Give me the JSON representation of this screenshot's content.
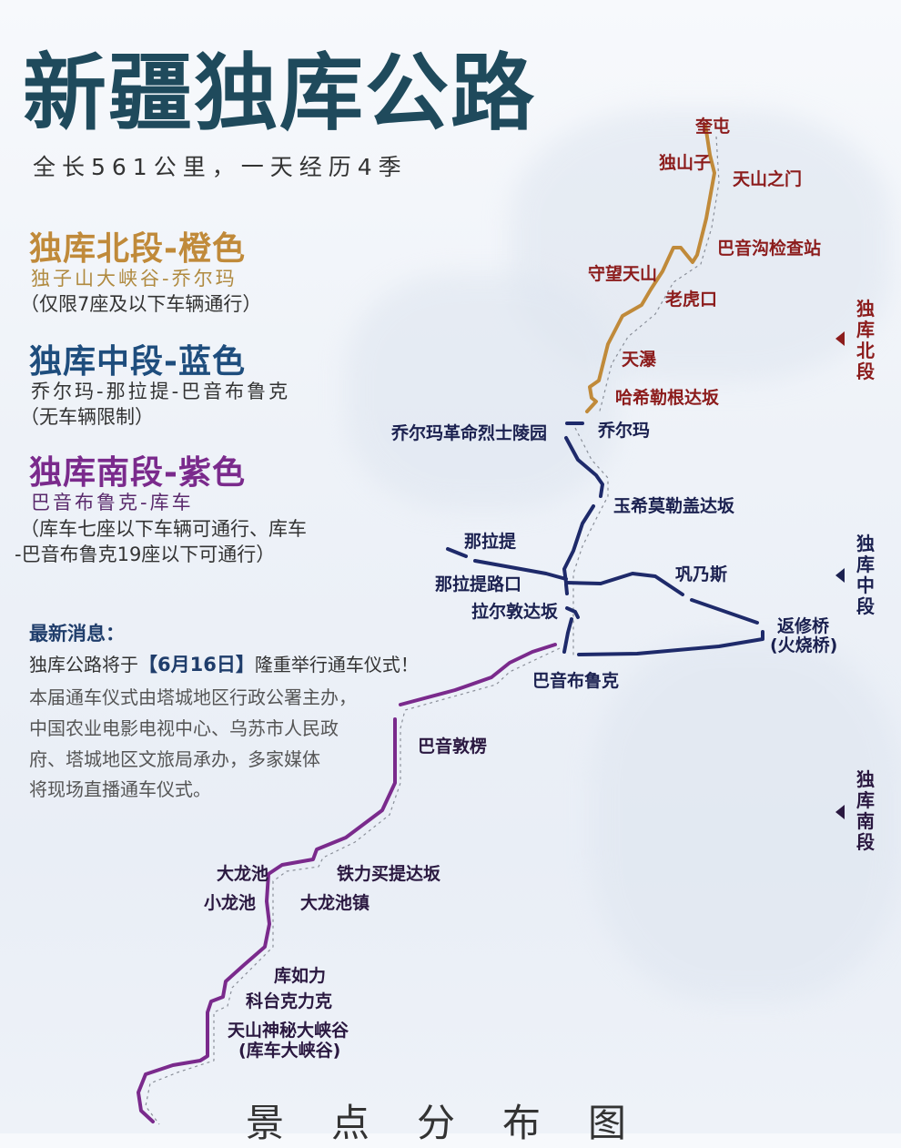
{
  "title": "新疆独库公路",
  "subtitle": "全长561公里，一天经历4季",
  "colors": {
    "title": "#1f4a5c",
    "north": "#c08a3a",
    "middle": "#1e4d7d",
    "south": "#7a2a8c",
    "north_label": "#8c1c1c",
    "middle_label": "#1b2150",
    "south_label": "#2a1840"
  },
  "sections": [
    {
      "heading": "独库北段-橙色",
      "route": "独子山大峡谷-乔尔玛",
      "note": "（仅限7座及以下车辆通行）"
    },
    {
      "heading": "独库中段-蓝色",
      "route": "乔尔玛-那拉提-巴音布鲁克",
      "note": "（无车辆限制）"
    },
    {
      "heading": "独库南段-紫色",
      "route": "巴音布鲁克-库车",
      "note": "（库车七座以下车辆可通行、库车",
      "note2": "-巴音布鲁克19座以下可通行）"
    }
  ],
  "news": {
    "heading": "最新消息：",
    "line1_pre": "独库公路将于",
    "line1_date": "【6月16日】",
    "line1_post": "隆重举行通车仪式！",
    "lines": [
      "本届通车仪式由塔城地区行政公署主办，",
      "中国农业电影电视中心、乌苏市人民政",
      "府、塔城地区文旅局承办，多家媒体",
      "将现场直播通车仪式。"
    ]
  },
  "map": {
    "north_labels": [
      "奎屯",
      "独山子",
      "天山之门",
      "巴音沟检查站",
      "守望天山",
      "老虎口",
      "天瀑",
      "哈希勒根达坂"
    ],
    "middle_labels": [
      "乔尔玛革命烈士陵园",
      "乔尔玛",
      "玉希莫勒盖达坂",
      "那拉提",
      "那拉提路口",
      "拉尔敦达坂",
      "巩乃斯",
      "返修桥",
      "(火烧桥)",
      "巴音布鲁克"
    ],
    "south_labels": [
      "巴音敦楞",
      "大龙池",
      "铁力买提达坂",
      "小龙池",
      "大龙池镇",
      "库如力",
      "科台克力克",
      "天山神秘大峡谷",
      "(库车大峡谷)"
    ],
    "side_labels": [
      "独库北段",
      "独库中段",
      "独库南段"
    ]
  },
  "footer": "景点分布图"
}
